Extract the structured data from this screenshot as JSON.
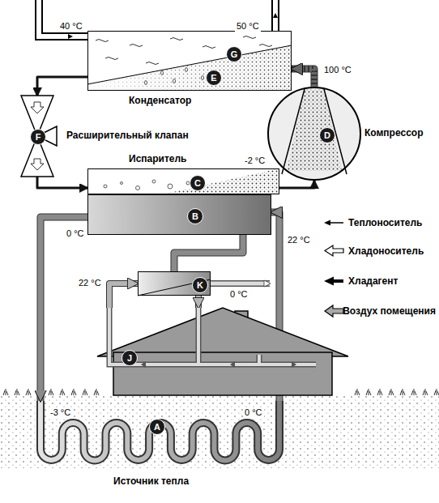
{
  "diagram": {
    "nodes": [
      {
        "text": [
          "Конденсатор",
          "G",
          "E"
        ]
      },
      {
        "text": [
          "Компрессор",
          "D"
        ]
      },
      {
        "text": [
          "Расширительный клапан",
          "F"
        ]
      },
      {
        "text": [
          "Испаритель",
          "C"
        ]
      },
      {
        "text": [
          "B"
        ]
      },
      {
        "text": [
          "K"
        ]
      },
      {
        "text": [
          "J"
        ]
      },
      {
        "text": [
          "Источник тепла",
          "A"
        ]
      }
    ],
    "edges": [
      {
        "from": 0,
        "to": 2,
        "arrow": "to"
      },
      {
        "from": 2,
        "to": 3,
        "arrow": "to"
      },
      {
        "from": 3,
        "to": 1,
        "arrow": "to"
      },
      {
        "from": 1,
        "to": 0,
        "arrow": "to"
      },
      {
        "from": 4,
        "to": 7,
        "arrow": "to"
      },
      {
        "from": 7,
        "to": 4,
        "arrow": "to"
      },
      {
        "from": 4,
        "to": 5,
        "arrow": "none"
      },
      {
        "from": 6,
        "to": 5,
        "arrow": "to"
      },
      {
        "from": 5,
        "to": 6,
        "arrow": "to"
      }
    ],
    "labels": [
      "40 °C",
      "50 °C",
      "100 °C",
      "-2 °C",
      "0 °C",
      "22 °C",
      "22 °C",
      "0 °C",
      "-3 °C",
      "0 °C"
    ],
    "legend": [
      {
        "text": "Теплоноситель"
      },
      {
        "text": "Хладоноситель"
      },
      {
        "text": "Хладагент"
      },
      {
        "text": "Воздух помещения"
      }
    ]
  }
}
